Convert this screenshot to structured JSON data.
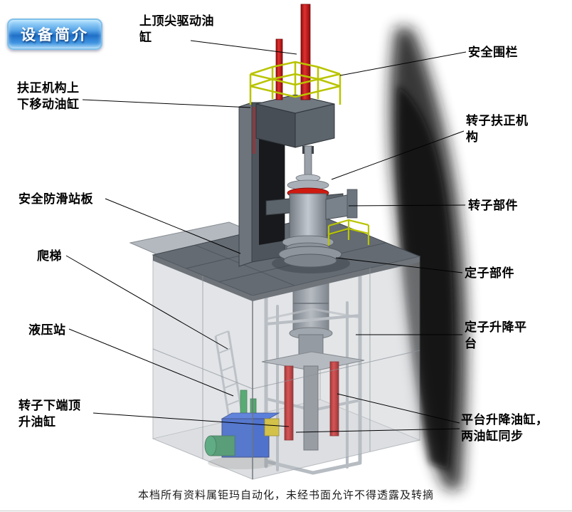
{
  "page": {
    "badge": "设备简介",
    "watermark": "本档所有资料属钜玛自动化，未经书面允许不得透露及转摘"
  },
  "labels": {
    "top_drive_cylinder": "上顶尖驱动油缸",
    "safety_fence": "安全围栏",
    "centering_lift_cylinder": "扶正机构上下移动油缸",
    "rotor_centering_mechanism": "转子扶正机构",
    "anti_slip_platform": "安全防滑站板",
    "rotor_component": "转子部件",
    "ladder": "爬梯",
    "stator_component": "定子部件",
    "hydraulic_station": "液压站",
    "stator_lift_platform": "定子升降平台",
    "rotor_bottom_jack_cylinder": "转子下端顶升油缸",
    "platform_lift_cylinders": "平台升降油缸，两油缸同步"
  },
  "colors": {
    "badge_blue": "#1f6fc8",
    "cylinder_red": "#c41414",
    "fence_yellow": "#b9c400",
    "hydraulic_blue": "#2a57cc",
    "motor_green": "#2e8b57",
    "structure_gray": "#9aa0a8"
  }
}
